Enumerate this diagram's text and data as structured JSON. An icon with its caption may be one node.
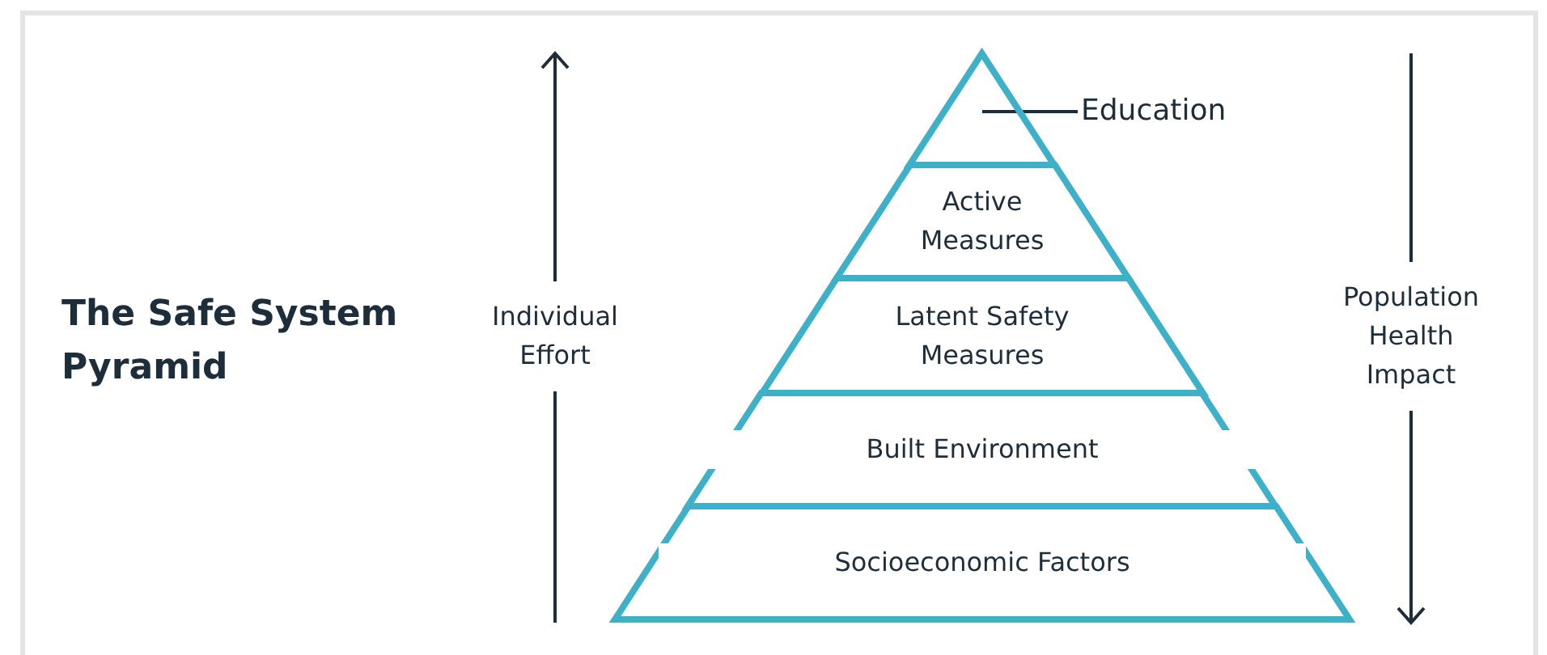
{
  "diagram": {
    "title": "The Safe System Pyramid",
    "nodes": [
      {
        "text": [],
        "shape": "triangle"
      },
      {
        "text": [
          "Education"
        ]
      },
      {
        "text": [
          "Active Measures"
        ]
      },
      {
        "text": [
          "Latent Safety Measures"
        ]
      },
      {
        "text": [
          "Built Environment"
        ]
      },
      {
        "text": [
          "Socioeconomic Factors"
        ]
      }
    ],
    "edges": [
      {
        "from": 1,
        "to": 0,
        "arrow": "none"
      }
    ],
    "labels": [
      "Individual Effort",
      "Population Health Impact"
    ]
  }
}
